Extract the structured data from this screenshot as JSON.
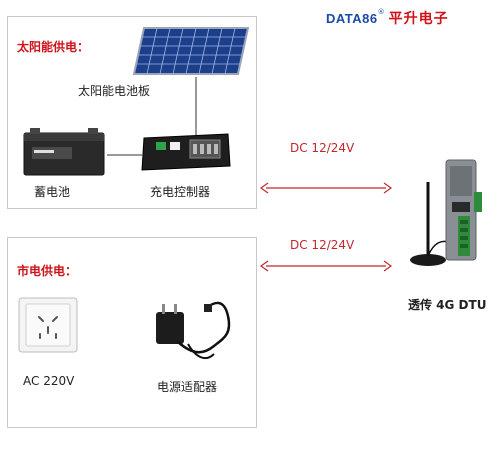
{
  "brand": {
    "name_en": "DATA86",
    "mark": "®",
    "name_cn": "平升电子"
  },
  "solar_section": {
    "title": "太阳能供电：",
    "panel_label": "太阳能电池板",
    "battery_label": "蓄电池",
    "controller_label": "充电控制器"
  },
  "mains_section": {
    "title": "市电供电：",
    "outlet_label": "AC 220V",
    "adapter_label": "电源适配器"
  },
  "links": {
    "top_voltage": "DC 12/24V",
    "bottom_voltage": "DC 12/24V"
  },
  "device": {
    "label": "透传 4G DTU"
  },
  "colors": {
    "title_red": "#d0121b",
    "arrow_red": "#c0282e",
    "brand_blue": "#1a4aa8"
  }
}
